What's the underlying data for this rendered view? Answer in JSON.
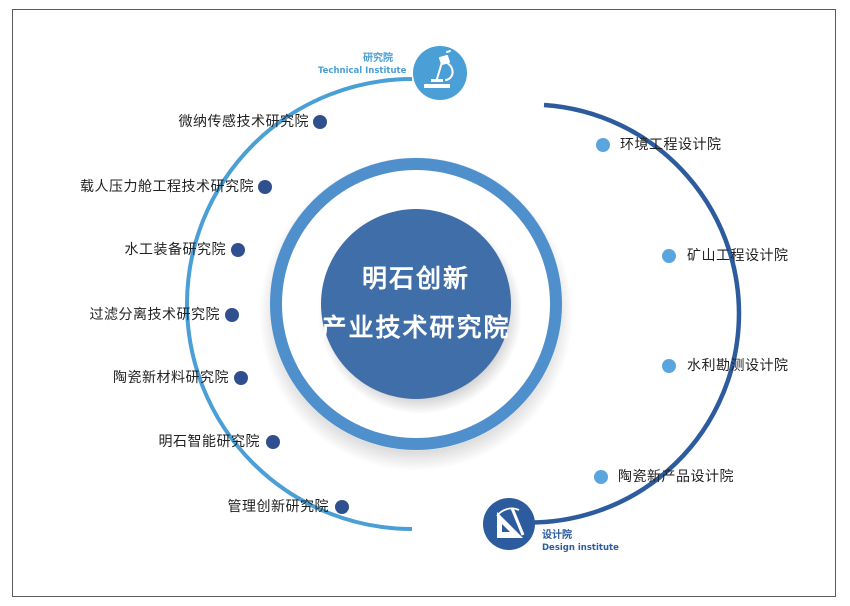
{
  "center": {
    "line1": "明石创新",
    "line2": "产业技术研究院"
  },
  "technical": {
    "title": "研究院",
    "subtitle": "Technical Institute",
    "icon": "microscope-icon",
    "items": [
      "微纳传感技术研究院",
      "载人压力舱工程技术研究院",
      "水工装备研究院",
      "过滤分离技术研究院",
      "陶瓷新材料研究院",
      "明石智能研究院",
      "管理创新研究院"
    ]
  },
  "design": {
    "title": "设计院",
    "subtitle": "Design institute",
    "icon": "drafting-tools-icon",
    "items": [
      "环境工程设计院",
      "矿山工程设计院",
      "水利勘测设计院",
      "陶瓷新产品设计院"
    ]
  },
  "colors": {
    "light_blue": "#4a9fd6",
    "mid_blue": "#4f8fcc",
    "dark_blue": "#2c5b9e",
    "center_fill": "#3f6ea8",
    "dot_left": "#2f4f8f",
    "dot_right": "#5aa5dd",
    "text": "#222222"
  }
}
